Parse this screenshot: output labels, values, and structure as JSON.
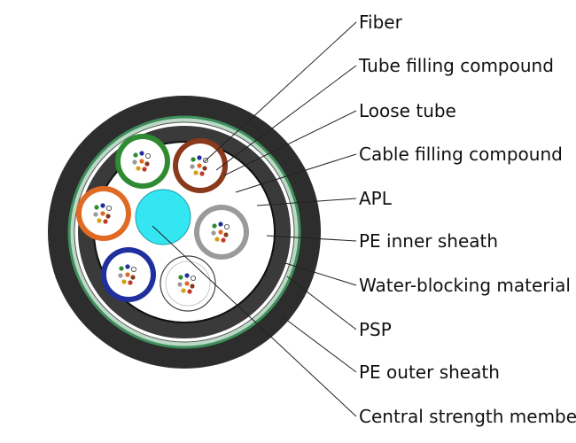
{
  "labels": {
    "fiber": "Fiber",
    "tube_filling_compound": "Tube filling compound",
    "loose_tube": "Loose tube",
    "cable_filling_compound": "Cable filling compound",
    "apl": "APL",
    "pe_inner_sheath": "PE inner sheath",
    "water_blocking_material": "Water-blocking material",
    "psp": "PSP",
    "pe_outer_sheath": "PE outer sheath",
    "central_strength_member": "Central strength member"
  },
  "colors": {
    "outer_sheath": "#2d2d2d",
    "green_ring": "#3f8f5c",
    "inner_sheath": "#3a3a3a",
    "cable_fill": "#ffffff",
    "central_strength_member": "#33e6f2",
    "tube_green": "#2f8b32",
    "tube_brown": "#8a3a1c",
    "tube_orange": "#e06a24",
    "tube_grey": "#9a9a9a",
    "tube_blue": "#1f2f9e",
    "tube_white": "#ffffff"
  }
}
